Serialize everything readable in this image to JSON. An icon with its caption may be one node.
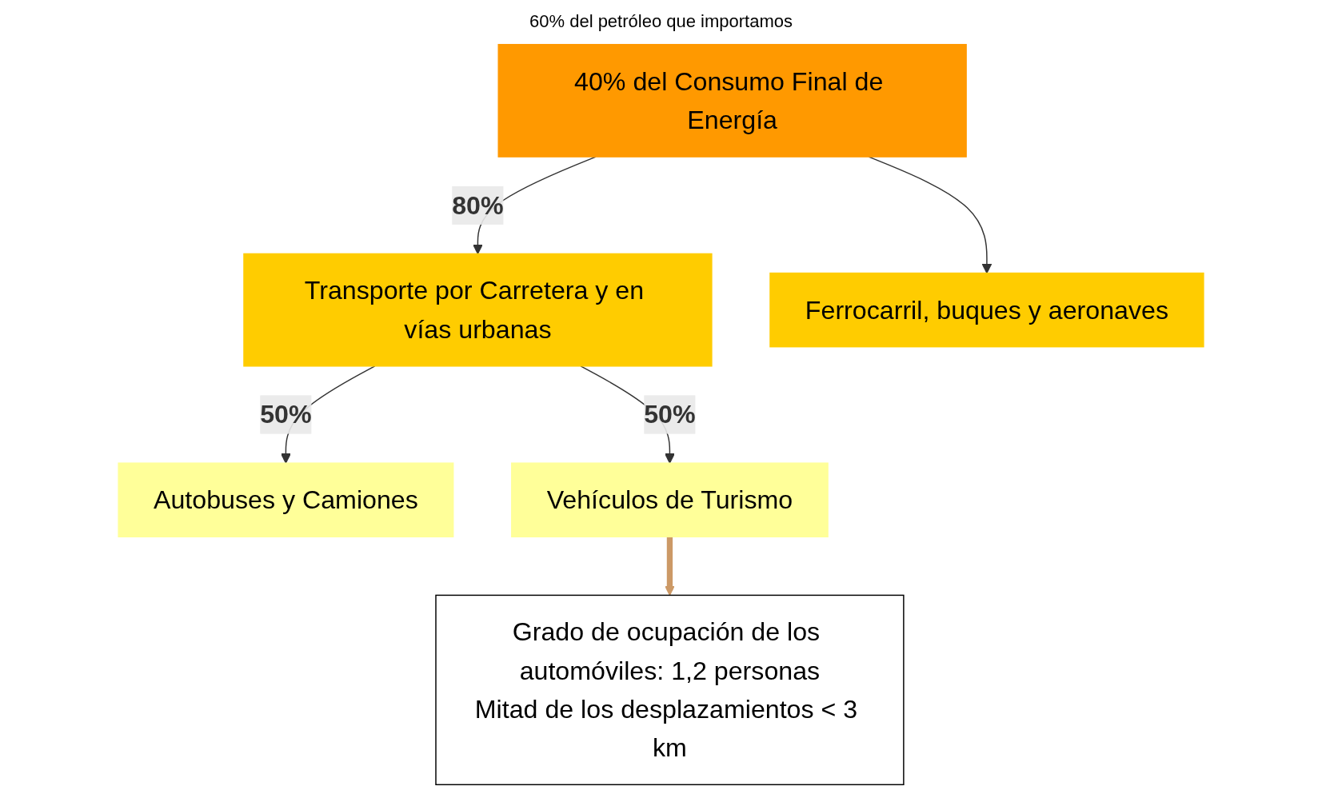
{
  "diagram": {
    "nodes": [
      {
        "text": [
          "40% del Consumo Final de Energía"
        ]
      },
      {
        "text": [
          "Transporte por Carretera y en vías urbanas"
        ]
      },
      {
        "text": [
          "Ferrocarril, buques y aeronaves"
        ]
      },
      {
        "text": [
          "Autobuses y Camiones"
        ]
      },
      {
        "text": [
          "Vehículos de Turismo"
        ]
      },
      {
        "text": [
          "Grado de ocupación de los automóviles: 1,2 personas",
          "Mitad de los desplazamientos < 3 km"
        ]
      }
    ],
    "edges": [
      {
        "from": 0,
        "to": 1,
        "arrow": "to",
        "label": "80%"
      },
      {
        "from": 0,
        "to": 2,
        "arrow": "to"
      },
      {
        "from": 1,
        "to": 3,
        "arrow": "to",
        "label": "50%"
      },
      {
        "from": 1,
        "to": 4,
        "arrow": "to",
        "label": "50%"
      },
      {
        "from": 4,
        "to": 5,
        "arrow": "to",
        "style": "thick",
        "color": "#cc9966"
      }
    ],
    "labels": [
      "60% del petróleo que importamos"
    ]
  }
}
